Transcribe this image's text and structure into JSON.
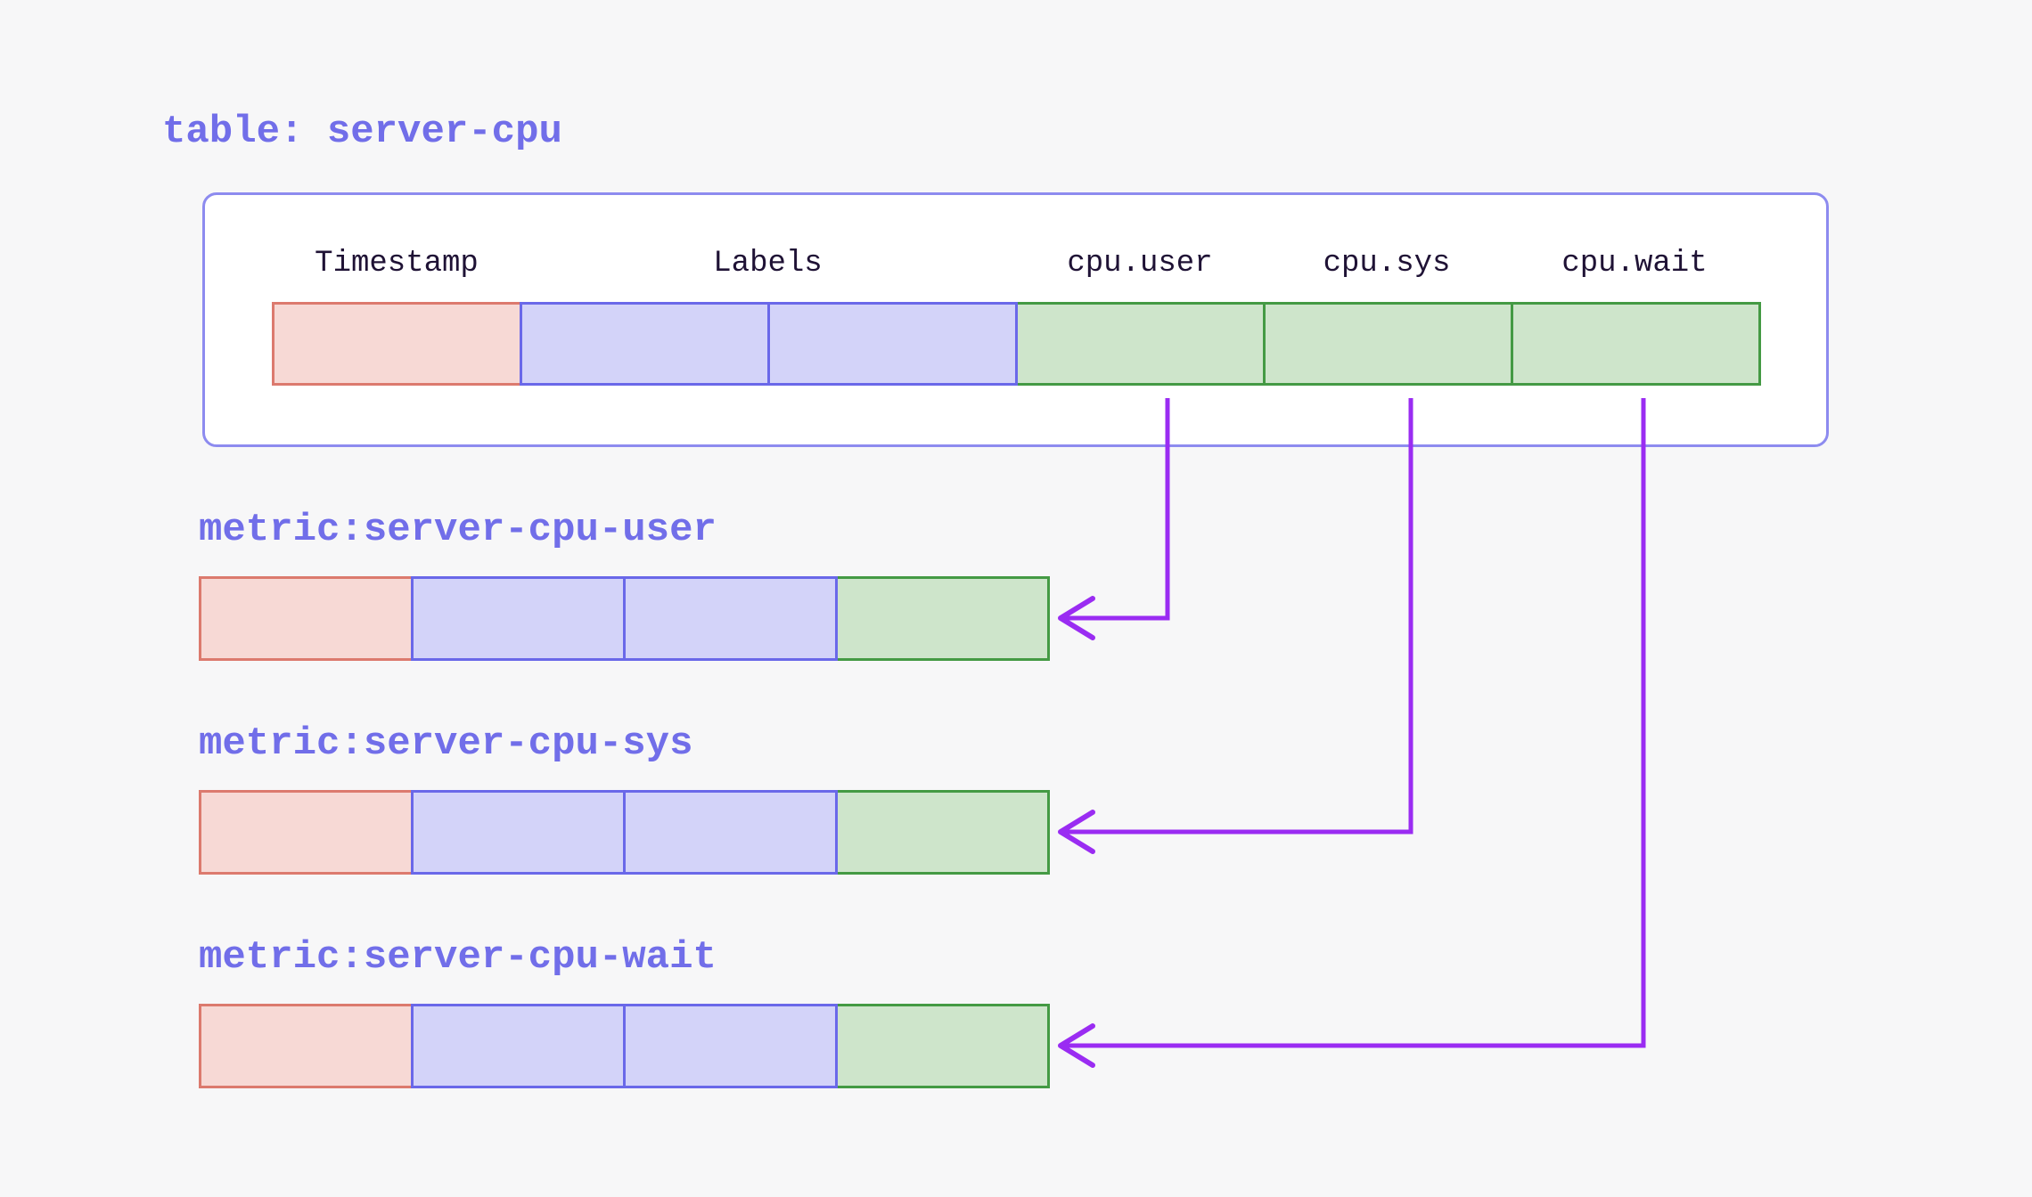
{
  "colors": {
    "background": "#f7f7f8",
    "panel_bg": "#ffffff",
    "panel_border": "#8d8bef",
    "title_text": "#716ee9",
    "header_text": "#1f1235",
    "timestamp_fill": "#f7d9d5",
    "timestamp_border": "#dc7a6e",
    "label_fill": "#d3d3f9",
    "label_border": "#6a68e9",
    "field_fill": "#cee5cb",
    "field_border": "#449a44",
    "arrow": "#9a2cf2"
  },
  "table": {
    "title": "table: server-cpu",
    "columns": [
      "Timestamp",
      "Labels",
      "cpu.user",
      "cpu.sys",
      "cpu.wait"
    ],
    "cells": [
      "timestamp",
      "label",
      "label",
      "field",
      "field",
      "field"
    ]
  },
  "metrics": [
    {
      "title": "metric:server-cpu-user",
      "source_column": "cpu.user",
      "cells": [
        "timestamp",
        "label",
        "label",
        "field"
      ]
    },
    {
      "title": "metric:server-cpu-sys",
      "source_column": "cpu.sys",
      "cells": [
        "timestamp",
        "label",
        "label",
        "field"
      ]
    },
    {
      "title": "metric:server-cpu-wait",
      "source_column": "cpu.wait",
      "cells": [
        "timestamp",
        "label",
        "label",
        "field"
      ]
    }
  ]
}
